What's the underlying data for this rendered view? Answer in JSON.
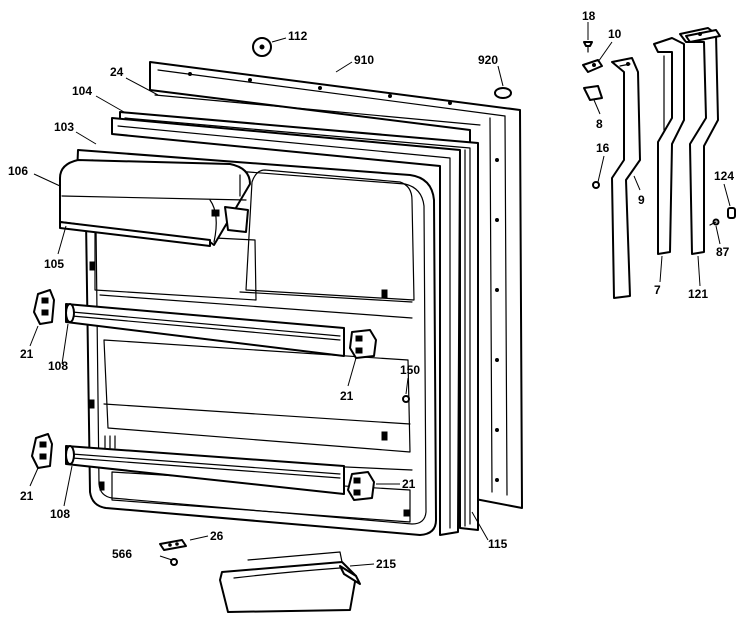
{
  "labels": {
    "p112": "112",
    "p910": "910",
    "p920": "920",
    "p24": "24",
    "p104": "104",
    "p103": "103",
    "p106": "106",
    "p105": "105",
    "p21a": "21",
    "p108a": "108",
    "p21b": "21",
    "p150": "150",
    "p21c": "21",
    "p108b": "108",
    "p21d": "21",
    "p115": "115",
    "p26": "26",
    "p566": "566",
    "p215": "215",
    "p18": "18",
    "p10": "10",
    "p8": "8",
    "p16": "16",
    "p9": "9",
    "p7": "7",
    "p121": "121",
    "p124": "124",
    "p87": "87"
  }
}
